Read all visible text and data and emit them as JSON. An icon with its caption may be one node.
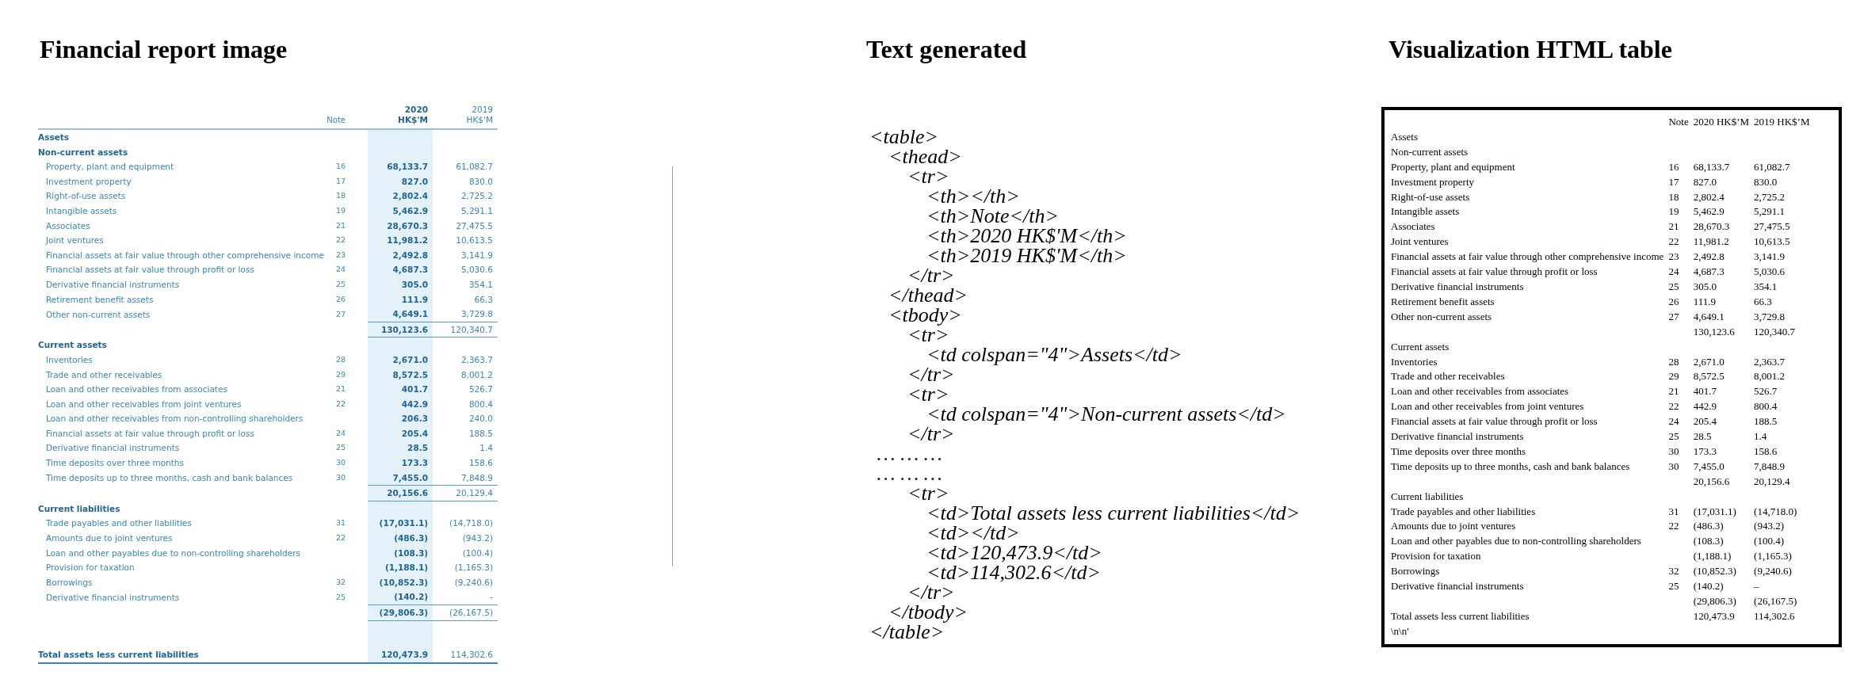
{
  "diagram": {
    "labels": [
      "Financial report image",
      "Note",
      "2020 HK$'M",
      "2019 HK$'M",
      "Assets",
      "Non-current assets",
      "Property, plant and equipment",
      "16",
      "68,133.7",
      "61,082.7",
      "Investment property",
      "17",
      "827.0",
      "830.0",
      "Right-of-use assets",
      "18",
      "2,802.4",
      "2,725.2",
      "Intangible assets",
      "19",
      "5,462.9",
      "5,291.1",
      "Associates",
      "21",
      "28,670.3",
      "27,475.5",
      "Joint ventures",
      "22",
      "11,981.2",
      "10,613.5",
      "Financial assets at fair value through other comprehensive income",
      "23",
      "2,492.8",
      "3,141.9",
      "Financial assets at fair value through profit or loss",
      "24",
      "4,687.3",
      "5,030.6",
      "Derivative financial instruments",
      "25",
      "305.0",
      "354.1",
      "Retirement benefit assets",
      "26",
      "111.9",
      "66.3",
      "Other non-current assets",
      "27",
      "4,649.1",
      "3,729.8",
      "130,123.6",
      "120,340.7",
      "Current assets",
      "Inventories",
      "28",
      "2,671.0",
      "2,363.7",
      "Trade and other receivables",
      "29",
      "8,572.5",
      "8,001.2",
      "Loan and other receivables from associates",
      "21",
      "401.7",
      "526.7",
      "Loan and other receivables from joint ventures",
      "22",
      "442.9",
      "800.4",
      "Loan and other receivables from non-controlling shareholders",
      "206.3",
      "240.0",
      "Financial assets at fair value through profit or loss",
      "24",
      "205.4",
      "188.5",
      "Derivative financial instruments",
      "25",
      "28.5",
      "1.4",
      "Time deposits over three months",
      "30",
      "173.3",
      "158.6",
      "Time deposits up to three months, cash and bank balances",
      "30",
      "7,455.0",
      "7,848.9",
      "20,156.6",
      "20,129.4",
      "Current liabilities",
      "Trade payables and other liabilities",
      "31",
      "(17,031.1)",
      "(14,718.0)",
      "Amounts due to joint ventures",
      "22",
      "(486.3)",
      "(943.2)",
      "Loan and other payables due to non-controlling shareholders",
      "(108.3)",
      "(100.4)",
      "Provision for taxation",
      "(1,188.1)",
      "(1,165.3)",
      "Borrowings",
      "32",
      "(10,852.3)",
      "(9,240.6)",
      "Derivative financial instruments",
      "25",
      "(140.2)",
      "-",
      "(29,806.3)",
      "(26,167.5)",
      "Total assets less current liabilities",
      "120,473.9",
      "114,302.6",
      "Text generated",
      "<table>",
      "<thead>",
      "<tr>",
      "<th></th>",
      "<th>Note</th>",
      "<th>2020 HK$'M</th>",
      "<th>2019 HK$'M</th>",
      "</tr>",
      "</thead>",
      "<tbody>",
      "<tr>",
      "<td colspan=\"4\">Assets</td>",
      "</tr>",
      "<tr>",
      "<td colspan=\"4\">Non-current assets</td>",
      "</tr>",
      "… … …",
      "… … …",
      "<tr>",
      "<td>Total assets less current liabilities</td>",
      "<td></td>",
      "<td>120,473.9</td>",
      "<td>114,302.6</td>",
      "</tr>",
      "</tbody>",
      "</table>",
      "Visualization HTML table",
      "Note",
      "2020 HK$’M",
      "2019 HK$’M",
      "Assets",
      "Non-current assets",
      "Property, plant and equipment",
      "16",
      "68,133.7",
      "61,082.7",
      "Investment property",
      "17",
      "827.0",
      "830.0",
      "Right-of-use assets",
      "18",
      "2,802.4",
      "2,725.2",
      "Intangible assets",
      "19",
      "5,462.9",
      "5,291.1",
      "Associates",
      "21",
      "28,670.3",
      "27,475.5",
      "Joint ventures",
      "22",
      "11,981.2",
      "10,613.5",
      "Financial assets at fair value through other comprehensive income",
      "23",
      "2,492.8",
      "3,141.9",
      "Financial assets at fair value through profit or loss",
      "24",
      "4,687.3",
      "5,030.6",
      "Derivative financial instruments",
      "25",
      "305.0",
      "354.1",
      "Retirement benefit assets",
      "26",
      "111.9",
      "66.3",
      "Other non-current assets",
      "27",
      "4,649.1",
      "3,729.8",
      "130,123.6",
      "120,340.7",
      "Current assets",
      "Inventories",
      "28",
      "2,671.0",
      "2,363.7",
      "Trade and other receivables",
      "29",
      "8,572.5",
      "8,001.2",
      "Loan and other receivables from associates",
      "21",
      "401.7",
      "526.7",
      "Loan and other receivables from joint ventures",
      "22",
      "442.9",
      "800.4",
      "Financial assets at fair value through profit or loss",
      "24",
      "205.4",
      "188.5",
      "Derivative financial instruments",
      "25",
      "28.5",
      "1.4",
      "Time deposits over three months",
      "30",
      "173.3",
      "158.6",
      "Time deposits up to three months, cash and bank balances",
      "30",
      "7,455.0",
      "7,848.9",
      "20,156.6",
      "20,129.4",
      "Current liabilities",
      "Trade payables and other liabilities",
      "31",
      "(17,031.1)",
      "(14,718.0)",
      "Amounts due to joint ventures",
      "22",
      "(486.3)",
      "(943.2)",
      "Loan and other payables due to non-controlling shareholders",
      "(108.3)",
      "(100.4)",
      "Provision for taxation",
      "(1,188.1)",
      "(1,165.3)",
      "Borrowings",
      "32",
      "(10,852.3)",
      "(9,240.6)",
      "Derivative financial instruments",
      "25",
      "(140.2)",
      "–",
      "(29,806.3)",
      "(26,167.5)",
      "Total assets less current liabilities",
      "120,473.9",
      "114,302.6",
      "\\n\\n'"
    ]
  }
}
